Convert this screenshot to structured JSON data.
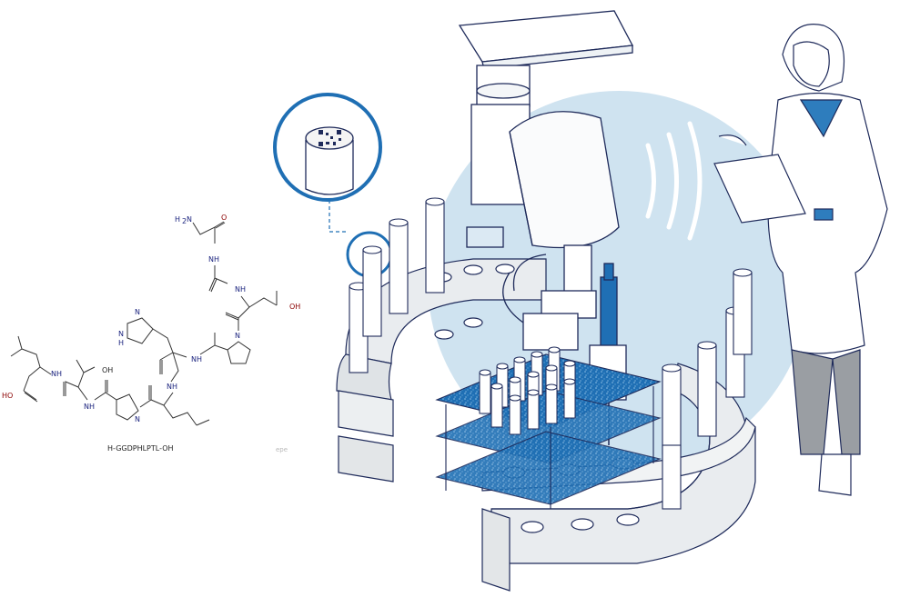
{
  "molecule": {
    "name": "H-GGDPHLPTL-OH",
    "atoms": {
      "amine": "N",
      "amine_h": "H",
      "amine_sub": "2",
      "nh1": "NH",
      "nh2": "NH",
      "nh3": "NH",
      "nh4": "NH",
      "nh5": "NH",
      "nh6": "NH",
      "n_pro1": "N",
      "n_pro2": "N",
      "his_n": "N",
      "his_nh": "N",
      "his_h": "H",
      "oh_thr": "OH",
      "oh_acid": "OH",
      "oh_terminal": "HO",
      "o": "O"
    }
  },
  "watermark": "epe",
  "colors": {
    "line": "#1e2a5a",
    "blue_disc": "#cfe3f0",
    "blue_accent": "#1f6fb4",
    "sky_glow": "#bcd9ec",
    "coat_blue": "#2e7dbd",
    "nitrogen": "#1a237e",
    "oxygen": "#8b0000"
  }
}
